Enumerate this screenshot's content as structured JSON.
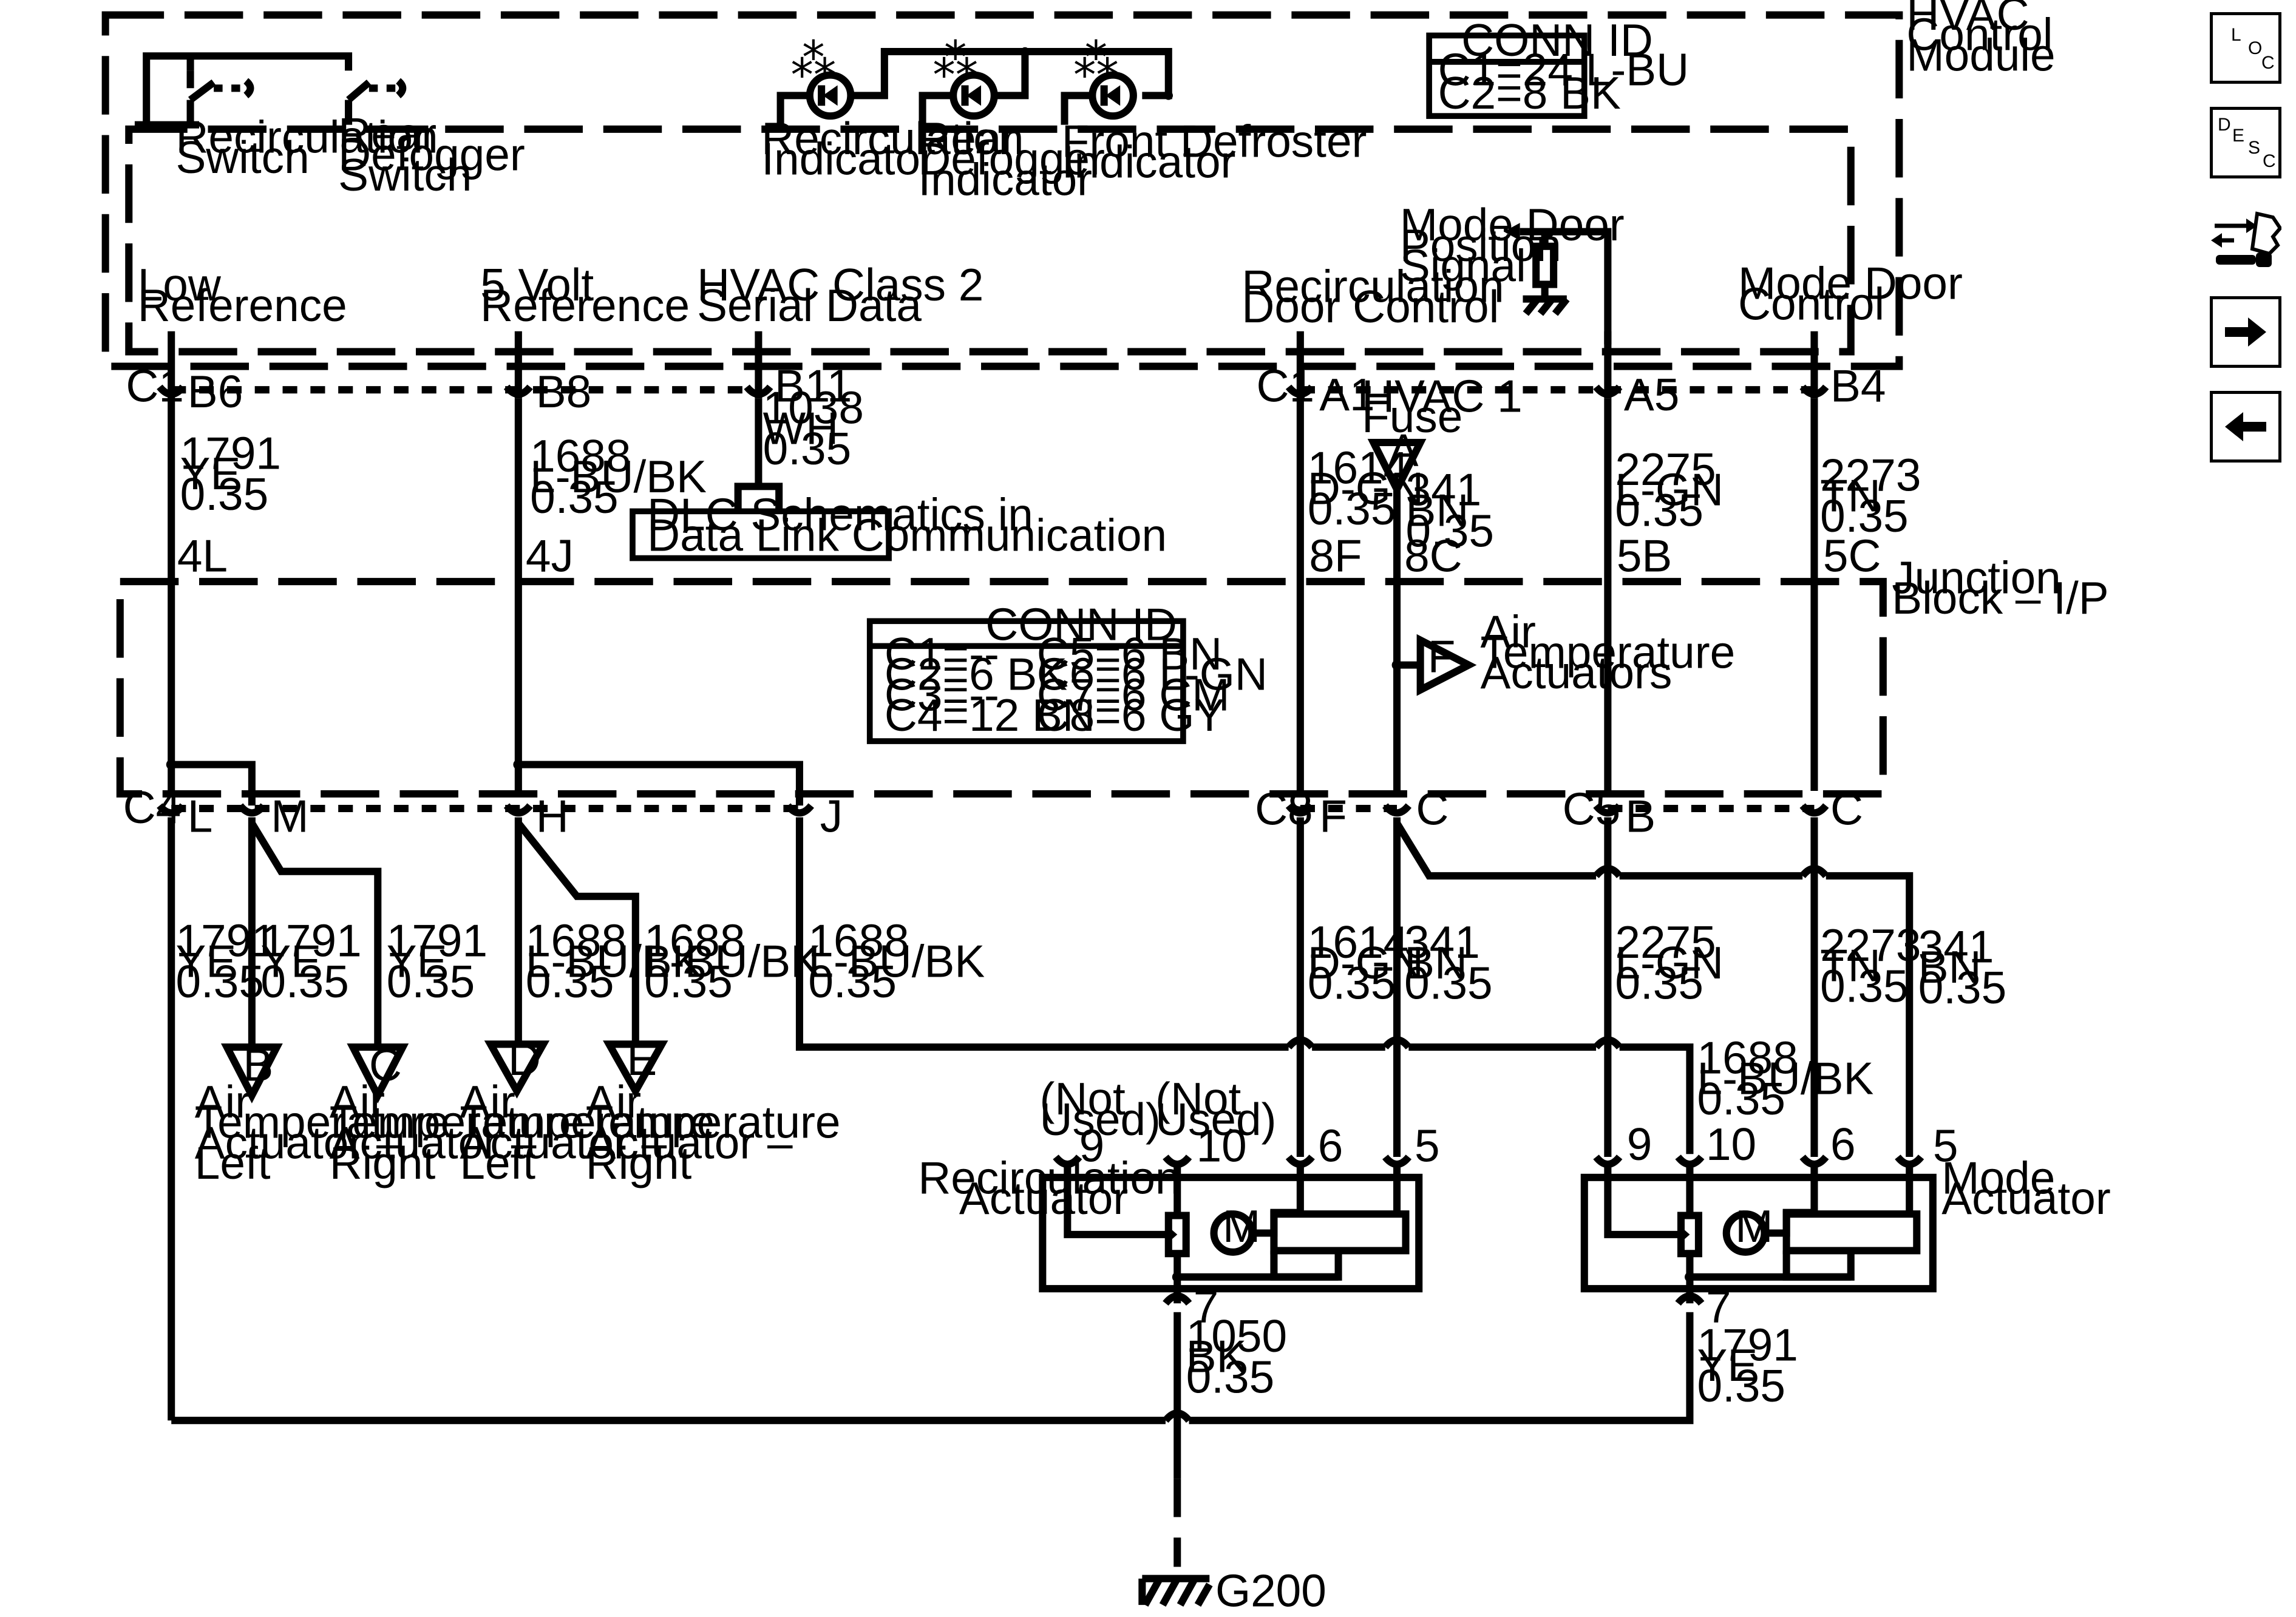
{
  "module": {
    "name_line1": "HVAC",
    "name_line2": "Control",
    "name_line3": "Module",
    "conn_id_title": "CONN ID",
    "conn_id_c1": "C1=24 L-BU",
    "conn_id_c2": "C2=8 BK"
  },
  "switches": [
    {
      "lines": [
        "Recirculation",
        "Switch"
      ]
    },
    {
      "lines": [
        "Rear",
        "Defogger",
        "Switch"
      ]
    }
  ],
  "indicators": [
    {
      "lines": [
        "Recirculation",
        "Indicator"
      ]
    },
    {
      "lines": [
        "Rear",
        "Defogger",
        "Indicator"
      ]
    },
    {
      "lines": [
        "Front Defroster",
        "Indicator"
      ]
    }
  ],
  "mode_door_signal": {
    "lines": [
      "Mode Door",
      "Position",
      "Signal"
    ]
  },
  "circuits_top": [
    {
      "lines": [
        "Low",
        "Reference"
      ]
    },
    {
      "lines": [
        "5 Volt",
        "Reference"
      ]
    },
    {
      "lines": [
        "HVAC Class 2",
        "Serial Data"
      ]
    },
    {
      "lines": [
        "Recirculation",
        "Door Control"
      ]
    },
    {
      "lines": [
        "Mode Door",
        "Control"
      ]
    }
  ],
  "c1_pins": {
    "c1_left": "C1",
    "b6": "B6",
    "b8": "B8",
    "b11": "B11",
    "c1_right": "C1",
    "a1": "A1",
    "a5": "A5",
    "b4": "B4"
  },
  "wires_top": {
    "w1791": [
      "1791",
      "YE",
      "0.35"
    ],
    "w1688": [
      "1688",
      "L-BU/BK",
      "0.35"
    ],
    "w1038": [
      "1038",
      "WH",
      "0.35"
    ],
    "w1614": [
      "1614",
      "D-GN",
      "0.35"
    ],
    "w341": [
      "341",
      "BN",
      "0.35"
    ],
    "w2275": [
      "2275",
      "L-GN",
      "0.35"
    ],
    "w2273": [
      "2273",
      "TN",
      "0.35"
    ]
  },
  "fuse": {
    "lines": [
      "HVAC 1",
      "Fuse"
    ],
    "tag": "A"
  },
  "dlc": {
    "lines": [
      "DLC Schematics in",
      "Data Link Communication"
    ]
  },
  "junction_pins": {
    "p4l": "4L",
    "p4j": "4J",
    "p8f": "8F",
    "p8c": "8C",
    "p5b": "5B",
    "p5c": "5C"
  },
  "junction_block": {
    "lines": [
      "Junction",
      "Block – I/P"
    ]
  },
  "conn_id_jb": {
    "title": "CONN ID",
    "left": [
      "C1=--",
      "C2=6 BK",
      "C3=--",
      "C4=12 BN"
    ],
    "right": [
      "C5=6 BN",
      "C6=6 L-GN",
      "C7=6 CM",
      "C8=6 GY"
    ]
  },
  "air_temp_f": {
    "tag": "F",
    "lines": [
      "Air",
      "Temperature",
      "Actuators"
    ]
  },
  "lower_pins": {
    "c4": "C4",
    "l": "L",
    "m": "M",
    "h": "H",
    "j": "J",
    "c8": "C8",
    "f": "F",
    "c_a": "C",
    "c5": "C5",
    "b": "B",
    "c_b": "C"
  },
  "wires_lower": [
    [
      "1791",
      "YE",
      "0.35"
    ],
    [
      "1791",
      "YE",
      "0.35"
    ],
    [
      "1791",
      "YE",
      "0.35"
    ],
    [
      "1688",
      "L-BU/BK",
      "0.35"
    ],
    [
      "1688",
      "L-BU/BK",
      "0.35"
    ],
    [
      "1688",
      "L-BU/BK",
      "0.35"
    ],
    [
      "1614",
      "D-GN",
      "0.35"
    ],
    [
      "341",
      "BN",
      "0.35"
    ],
    [
      "2275",
      "L-GN",
      "0.35"
    ],
    [
      "2273",
      "TN",
      "0.35"
    ],
    [
      "341",
      "BN",
      "0.35"
    ]
  ],
  "offpage": [
    {
      "tag": "B",
      "lines": [
        "Air",
        "Temperature",
        "Actuator –",
        "Left"
      ]
    },
    {
      "tag": "C",
      "lines": [
        "Air",
        "Temperature",
        "Actuator –",
        "Right"
      ]
    },
    {
      "tag": "D",
      "lines": [
        "Air",
        "Temperature",
        "Actuator –",
        "Left"
      ]
    },
    {
      "tag": "E",
      "lines": [
        "Air",
        "Temperature",
        "Actuator –",
        "Right"
      ]
    }
  ],
  "recirc_actuator": {
    "lines": [
      "Recirculation",
      "Actuator"
    ],
    "not_used_9": [
      "(Not",
      "Used)"
    ],
    "not_used_10": [
      "(Not",
      "Used)"
    ],
    "pins": [
      "9",
      "10",
      "6",
      "5",
      "7"
    ],
    "motor": "M"
  },
  "mode_actuator": {
    "lines": [
      "Mode",
      "Actuator"
    ],
    "pins": [
      "9",
      "10",
      "6",
      "5",
      "7"
    ],
    "motor": "M",
    "wire_1688": [
      "1688",
      "L-BU/BK",
      "0.35"
    ]
  },
  "ground_wires": {
    "w1050": [
      "1050",
      "BK",
      "0.35"
    ],
    "w1791": [
      "1791",
      "YE",
      "0.35"
    ]
  },
  "ground": {
    "label": "G200"
  },
  "nav": {
    "loc": [
      "L",
      "O",
      "C"
    ],
    "desc": [
      "D",
      "E",
      "S",
      "C"
    ],
    "icons": [
      "location-icon",
      "description-icon",
      "connector-tool-icon",
      "next-arrow-icon",
      "previous-arrow-icon"
    ]
  }
}
